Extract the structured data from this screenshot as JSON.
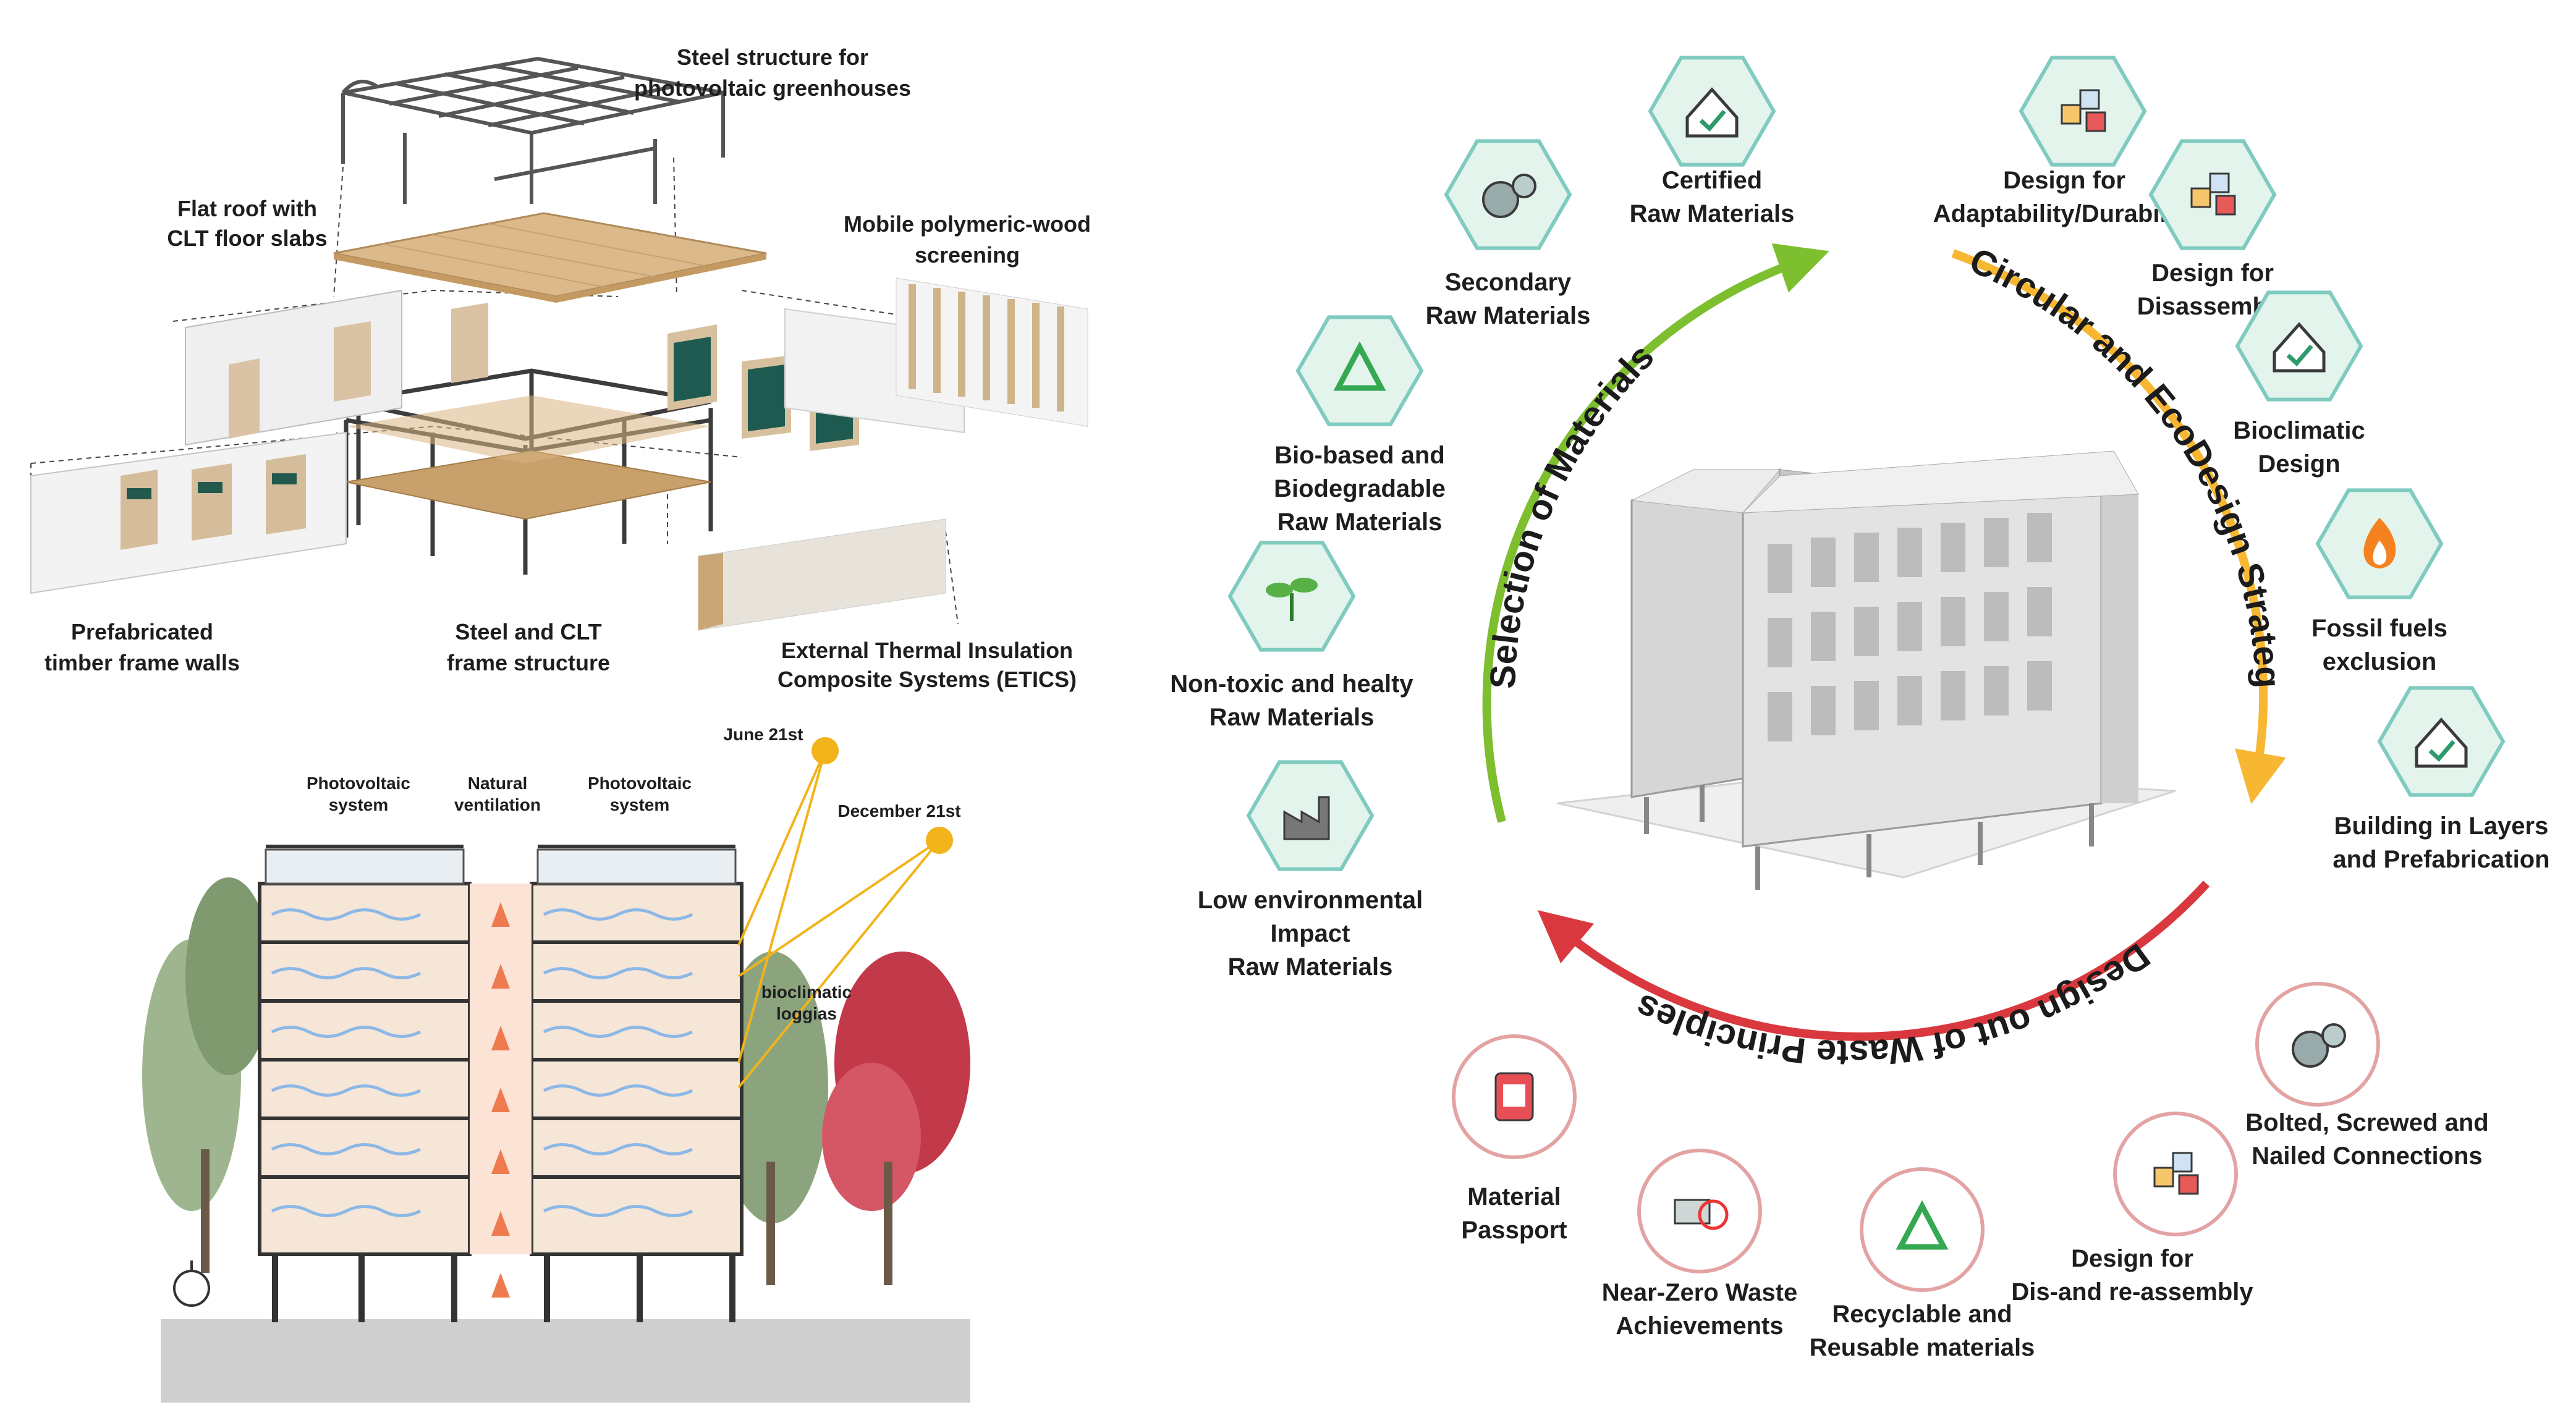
{
  "axonometric": {
    "steel_greenhouse": "Steel structure for photovoltaic greenhouses",
    "flat_roof_line1": "Flat roof with",
    "flat_roof_line2": "CLT floor slabs",
    "steel_line1": "Steel structure for",
    "steel_line2": "photovoltaic greenhouses",
    "screening_line1": "Mobile polymeric-wood",
    "screening_line2": "screening",
    "timber_walls_line1": "Prefabricated",
    "timber_walls_line2": "timber frame walls",
    "frame_line1": "Steel and CLT",
    "frame_line2": "frame structure",
    "etics_line1": "External Thermal Insulation",
    "etics_line2": "Composite Systems (ETICS)"
  },
  "section": {
    "pv_left_line1": "Photovoltaic",
    "pv_left_line2": "system",
    "ventilation_line1": "Natural",
    "ventilation_line2": "ventilation",
    "pv_right_line1": "Photovoltaic",
    "pv_right_line2": "system",
    "june": "June 21st",
    "december": "December 21st",
    "loggias_line1": "bioclimatic",
    "loggias_line2": "loggias"
  },
  "circle": {
    "arc_green": "Selection of Materials",
    "arc_orange": "Circular and EcoDesign Strategies",
    "arc_red": "Design out of Waste Principles",
    "colors": {
      "green": "#7dbf2f",
      "orange": "#f7b733",
      "red": "#d9393e",
      "hex_fill": "#e3f4ec",
      "hex_stroke": "#7fcbbf",
      "circle_fill": "#ffffff"
    },
    "green_items": [
      {
        "icon": "certified-house-icon",
        "line1": "Certified",
        "line2": "Raw Materials",
        "line3": ""
      },
      {
        "icon": "gears-leaf-icon",
        "line1": "Secondary",
        "line2": "Raw Materials",
        "line3": ""
      },
      {
        "icon": "recycle-icon",
        "line1": "Bio-based and",
        "line2": "Biodegradable",
        "line3": "Raw Materials"
      },
      {
        "icon": "sprout-icon",
        "line1": "Non-toxic and healty",
        "line2": "Raw Materials",
        "line3": ""
      },
      {
        "icon": "factory-icon",
        "line1": "Low environmental",
        "line2": "Impact",
        "line3": "Raw Materials"
      }
    ],
    "orange_items": [
      {
        "icon": "stacked-blocks-icon",
        "line1": "Design for",
        "line2": "Adaptability/Durability"
      },
      {
        "icon": "exploded-cube-icon",
        "line1": "Design for",
        "line2": "Disassembly"
      },
      {
        "icon": "sun-house-icon",
        "line1": "Bioclimatic",
        "line2": "Design"
      },
      {
        "icon": "flame-icon",
        "line1": "Fossil fuels",
        "line2": "exclusion"
      },
      {
        "icon": "layered-house-icon",
        "line1": "Building in Layers",
        "line2": "and Prefabrication"
      }
    ],
    "red_items": [
      {
        "icon": "tools-icon",
        "line1": "Bolted, Screwed and",
        "line2": "Nailed Connections"
      },
      {
        "icon": "blocks-icon",
        "line1": "Design for",
        "line2": "Dis-and re-assembly"
      },
      {
        "icon": "recycle-triangle-icon",
        "line1": "Recyclable and",
        "line2": "Reusable materials"
      },
      {
        "icon": "waste-truck-icon",
        "line1": "Near-Zero Waste",
        "line2": "Achievements"
      },
      {
        "icon": "passport-icon",
        "line1": "Material",
        "line2": "Passport"
      }
    ]
  }
}
